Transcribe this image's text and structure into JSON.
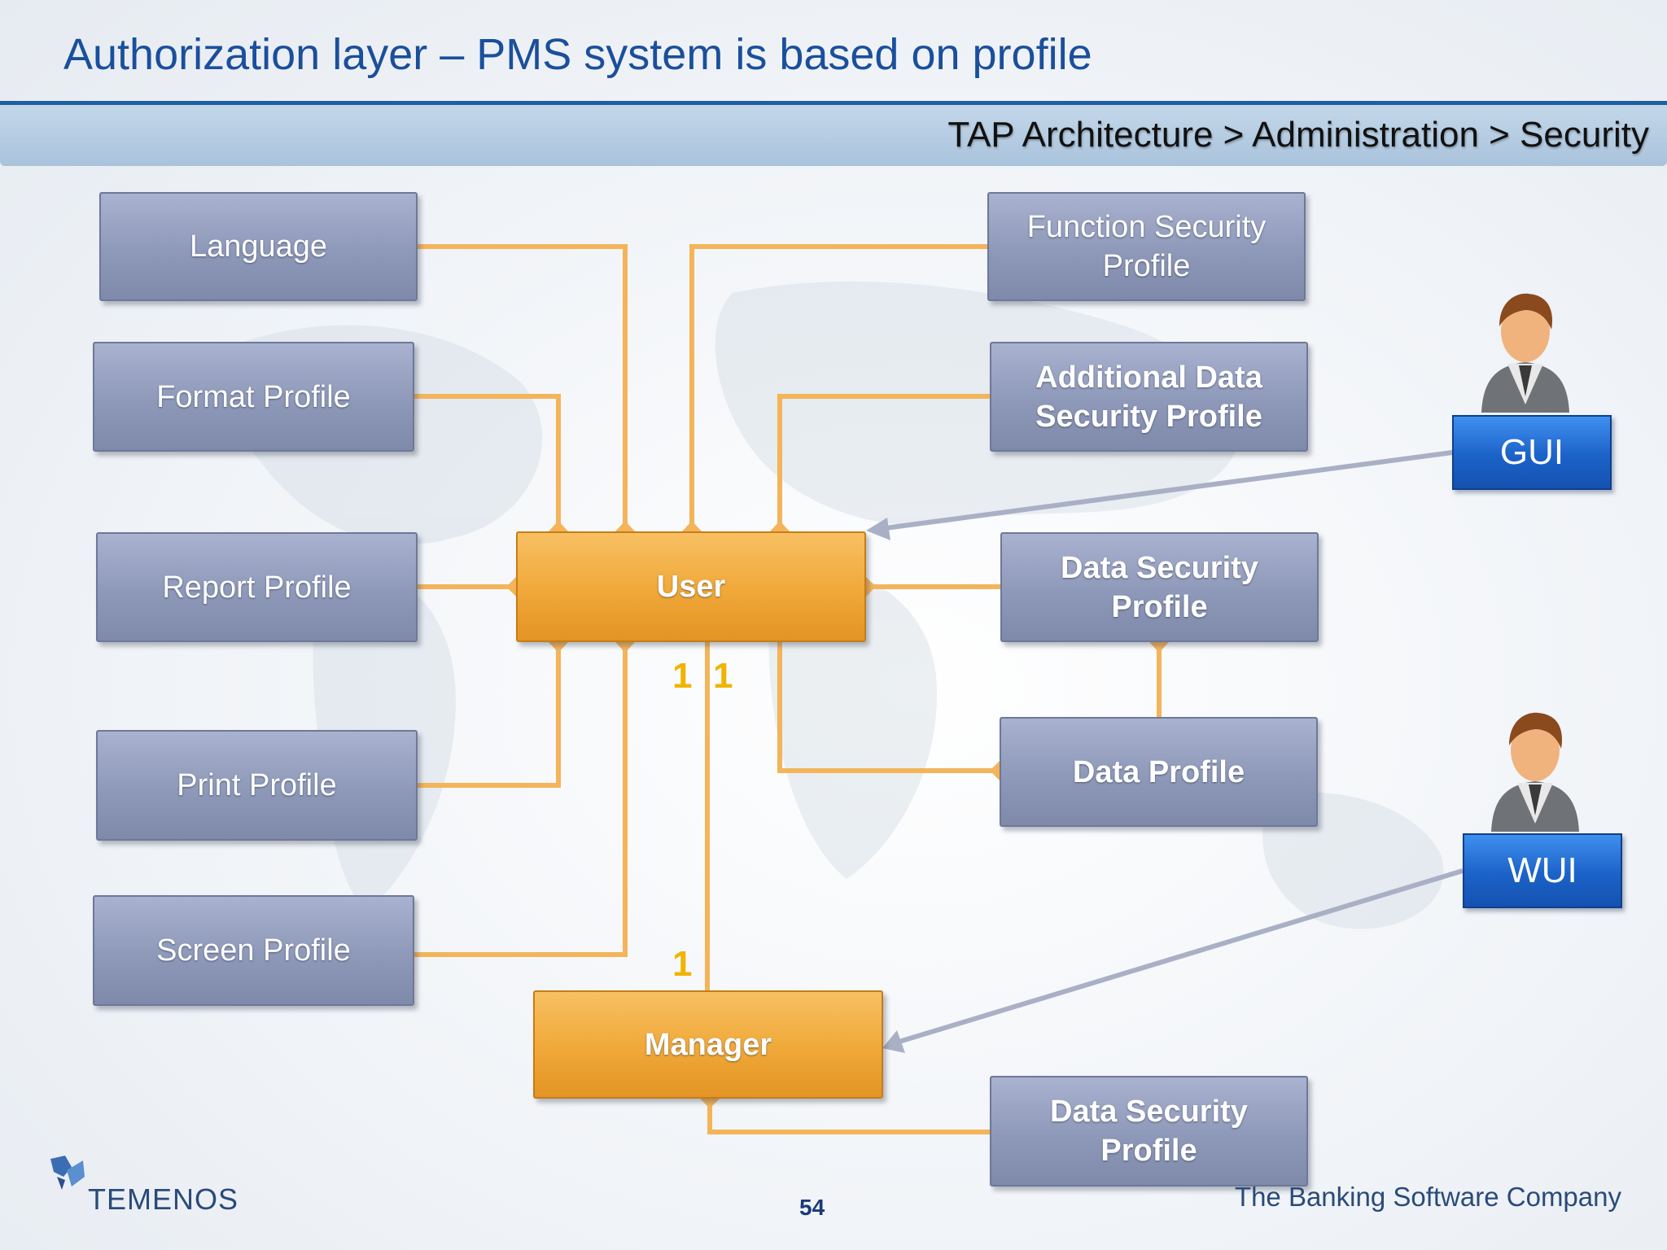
{
  "slide": {
    "title": "Authorization layer – PMS system is based on profile",
    "breadcrumb": "TAP Architecture > Administration > Security",
    "page_number": "54",
    "tagline": "The Banking Software Company",
    "logo_text": "TEMENOS"
  },
  "left_boxes": [
    {
      "label": "Language"
    },
    {
      "label": "Format Profile"
    },
    {
      "label": "Report Profile"
    },
    {
      "label": "Print Profile"
    },
    {
      "label": "Screen Profile"
    }
  ],
  "right_boxes": [
    {
      "label": "Function Security Profile"
    },
    {
      "label": "Additional Data Security Profile"
    },
    {
      "label": "Data Security Profile"
    },
    {
      "label": "Data Profile"
    },
    {
      "label": "Data Security Profile"
    }
  ],
  "core": {
    "user": "User",
    "manager": "Manager"
  },
  "multiplicity": [
    "1",
    "1",
    "1"
  ],
  "interfaces": {
    "gui": "GUI",
    "wui": "WUI"
  },
  "colors": {
    "title": "#1a4f9c",
    "profile_box": "#8e98b8",
    "core_box": "#f0a838",
    "connector": "#f3b45a",
    "interface_badge": "#1c62c8",
    "multiplicity": "#f0b400"
  }
}
